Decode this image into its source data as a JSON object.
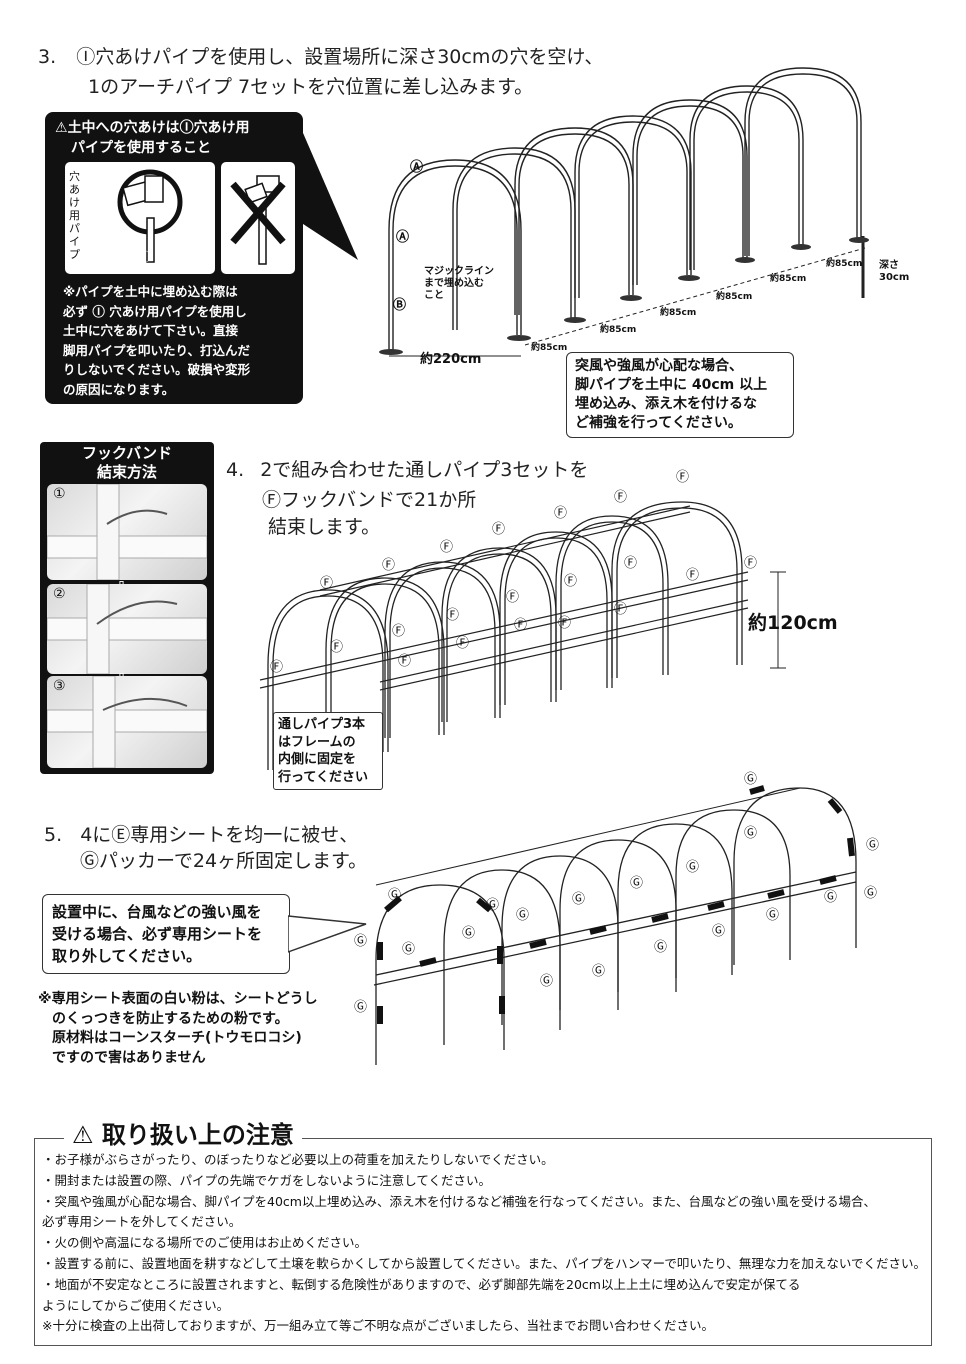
{
  "step3": {
    "num": "3.",
    "line1_mark": "Ⓘ",
    "line1_text": "穴あけパイプを使用し、設置場所に深さ30cmの穴を空け、",
    "line2_text": "1のアーチパイプ 7セットを穴位置に差し込みます。",
    "warning": {
      "title_part1": "土中への穴あけは",
      "title_mark": "Ⓘ",
      "title_part2": "穴あけ用",
      "title_line2": "パイプを使用すること",
      "pipe_vertical_label": "穴あけ用パイプ",
      "mark_i": "Ⓘ",
      "mark_b": "Ⓑ",
      "body_lines": [
        "※パイプを土中に埋め込む際は",
        "必ず Ⓘ 穴あけ用パイプを使用し",
        "土中に穴をあけて下さい。直接",
        "脚用パイプを叩いたり、打込んだ",
        "りしないでください。破損や変形",
        "の原因になります。"
      ]
    },
    "diagram": {
      "label_a1": "Ⓐ",
      "label_a2": "Ⓐ",
      "label_b": "Ⓑ",
      "magic_line": [
        "マジックライン",
        "まで埋め込む",
        "こと"
      ],
      "width": "約220cm",
      "spacings": [
        "約85cm",
        "約85cm",
        "約85cm",
        "約85cm",
        "約85cm",
        "約85cm"
      ],
      "depth": [
        "深さ",
        "30cm"
      ]
    },
    "wind_note": [
      "突風や強風が心配な場合、",
      "脚パイプを土中に 40cm 以上",
      "埋め込み、添え木を付けるな",
      "ど補強を行ってください。"
    ]
  },
  "hookband": {
    "title_line1": "フックバンド",
    "title_line2": "結束方法",
    "steps": [
      "①",
      "②",
      "③"
    ]
  },
  "step4": {
    "num": "4.",
    "line1": "2で組み合わせた通しパイプ3セットを",
    "line2_mark": "Ⓕ",
    "line2_text": "フックバンドで21か所",
    "line3": "結束します。",
    "height": "約120cm",
    "f_label": "Ⓕ",
    "inside_note": [
      "通しパイプ3本",
      "はフレームの",
      "内側に固定を",
      "行ってください"
    ]
  },
  "step5": {
    "num": "5.",
    "line1_pre": "4に",
    "line1_mark": "Ⓔ",
    "line1_text": "専用シートを均一に被せ、",
    "line2_mark": "Ⓖ",
    "line2_text": "パッカーで24ヶ所固定します。",
    "g_label": "Ⓖ",
    "typhoon_note": [
      "設置中に、台風などの強い風を",
      "受ける場合、必ず専用シートを",
      "取り外してください。"
    ],
    "powder_note": [
      "※専用シート表面の白い粉は、シートどうし",
      "のくっつきを防止するための粉です。",
      "原材料はコーンスターチ(トウモロコシ)",
      "ですので害はありません"
    ]
  },
  "caution": {
    "title": "取り扱い上の注意",
    "lines": [
      "・お子様がぶらさがったり、のぼったりなど必要以上の荷重を加えたりしないでください。",
      "・開封または設置の際、パイプの先端でケガをしないように注意してください。",
      "・突風や強風が心配な場合、脚パイプを40cm以上埋め込み、添え木を付けるなど補強を行なってください。また、台風などの強い風を受ける場合、",
      "  必ず専用シートを外してください。",
      "・火の側や高温になる場所でのご使用はお止めください。",
      "・設置する前に、設置地面を耕すなどして土壌を軟らかくしてから設置してください。また、パイプをハンマーで叩いたり、無理な力を加えないでください。",
      "・地面が不安定なところに設置されますと、転倒する危険性がありますので、必ず脚部先端を20cm以上上土に埋め込んで安定が保てる",
      "  ようにしてからご使用ください。",
      "※十分に検査の上出荷しておりますが、万一組み立て等ご不明な点がございましたら、当社までお問い合わせください。"
    ]
  }
}
